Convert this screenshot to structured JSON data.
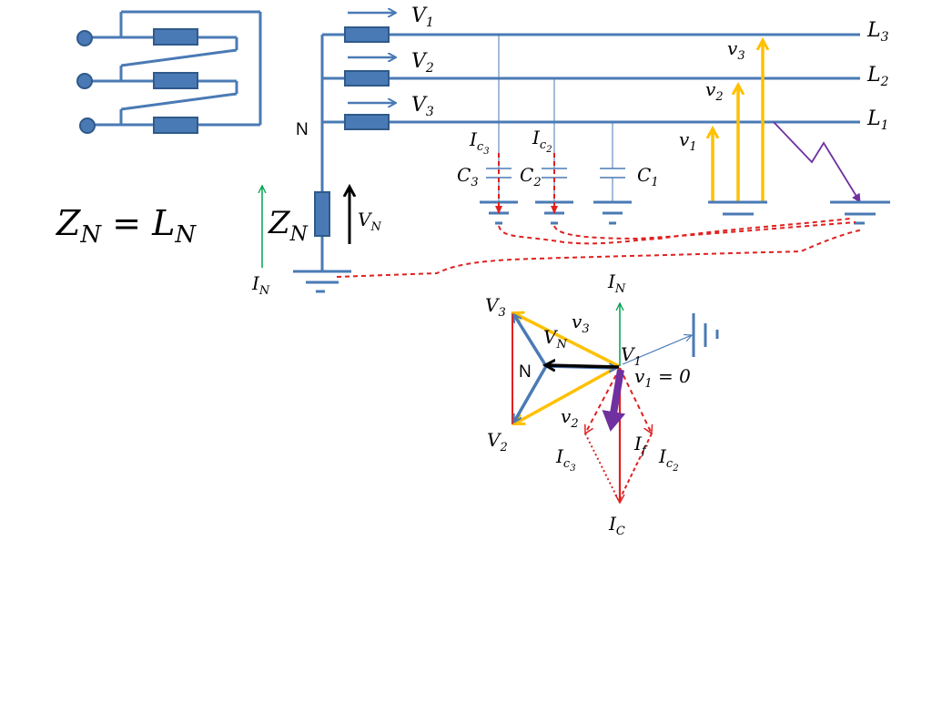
{
  "formula": {
    "lhs": "Z",
    "lhs_sub": "N",
    "eq": " = ",
    "rhs": "L",
    "rhs_sub": "N"
  },
  "neutral_label": "N",
  "impedance": {
    "symbol": "Z",
    "sub": "N"
  },
  "neutral_voltage": {
    "symbol": "V",
    "sub": "N"
  },
  "neutral_current": {
    "symbol": "I",
    "sub": "N"
  },
  "phase_sources": [
    {
      "symbol": "V",
      "sub": "1"
    },
    {
      "symbol": "V",
      "sub": "2"
    },
    {
      "symbol": "V",
      "sub": "3"
    }
  ],
  "lines": [
    {
      "symbol": "L",
      "sub": "3"
    },
    {
      "symbol": "L",
      "sub": "2"
    },
    {
      "symbol": "L",
      "sub": "1"
    }
  ],
  "capacitors": [
    {
      "symbol": "C",
      "sub": "3"
    },
    {
      "symbol": "C",
      "sub": "2"
    },
    {
      "symbol": "C",
      "sub": "1"
    }
  ],
  "cap_currents": [
    {
      "symbol": "I",
      "sub": "c",
      "subsub": "3"
    },
    {
      "symbol": "I",
      "sub": "c",
      "subsub": "2"
    }
  ],
  "ground_voltages": [
    {
      "symbol": "v",
      "sub": "3"
    },
    {
      "symbol": "v",
      "sub": "2"
    },
    {
      "symbol": "v",
      "sub": "1"
    }
  ],
  "phasor": {
    "I_N": {
      "symbol": "I",
      "sub": "N"
    },
    "V3": {
      "symbol": "V",
      "sub": "3"
    },
    "v3": {
      "symbol": "v",
      "sub": "3"
    },
    "VN": {
      "symbol": "V",
      "sub": "N"
    },
    "V1": {
      "symbol": "V",
      "sub": "1"
    },
    "N": "N",
    "v1_eq": {
      "symbol": "v",
      "sub": "1",
      "rest": " = 0"
    },
    "v2": {
      "symbol": "v",
      "sub": "2"
    },
    "V2": {
      "symbol": "V",
      "sub": "2"
    },
    "If": {
      "symbol": "I",
      "sub": "f"
    },
    "Ic3": {
      "symbol": "I",
      "sub": "c",
      "subsub": "3"
    },
    "Ic2": {
      "symbol": "I",
      "sub": "c",
      "subsub": "2"
    },
    "IC": {
      "symbol": "I",
      "sub": "C"
    }
  },
  "colors": {
    "blue": "#4a7ab5",
    "red": "#e02020",
    "yellow": "#ffc000",
    "green": "#00a050",
    "purple": "#7030a0",
    "black": "#000000"
  }
}
